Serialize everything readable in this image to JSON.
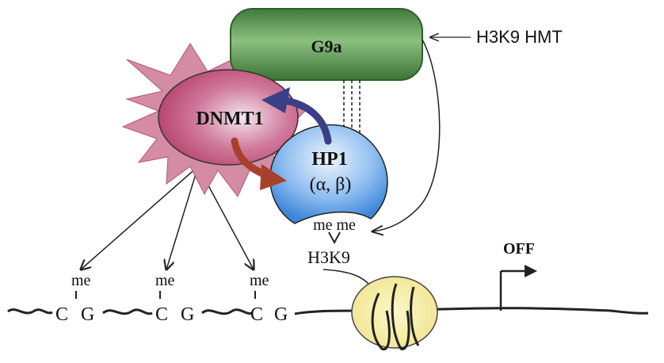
{
  "labels": {
    "g9a": "G9a",
    "h3k9_hmt": "H3K9 HMT",
    "dnmt1": "DNMT1",
    "hp1": "HP1",
    "hp1_isoforms": "(α, β)",
    "me_me": "me me",
    "h3k9": "H3K9",
    "off": "OFF",
    "cpg_sites": [
      {
        "me": "me",
        "c": "C",
        "g": "G"
      },
      {
        "me": "me",
        "c": "C",
        "g": "G"
      },
      {
        "me": "me",
        "c": "C",
        "g": "G"
      }
    ]
  },
  "colors": {
    "g9a_fill": "#4f8f4a",
    "dnmt1_fill": "#c2557e",
    "dnmt1_star": "#c97a93",
    "hp1_fill": "#5f9fe0",
    "nucleosome": "#f6eda0",
    "blue_arrow": "#3b3f86",
    "red_arrow": "#a8402e",
    "line": "#222222"
  },
  "icons": {
    "transcription_start": "bent-arrow-icon"
  }
}
